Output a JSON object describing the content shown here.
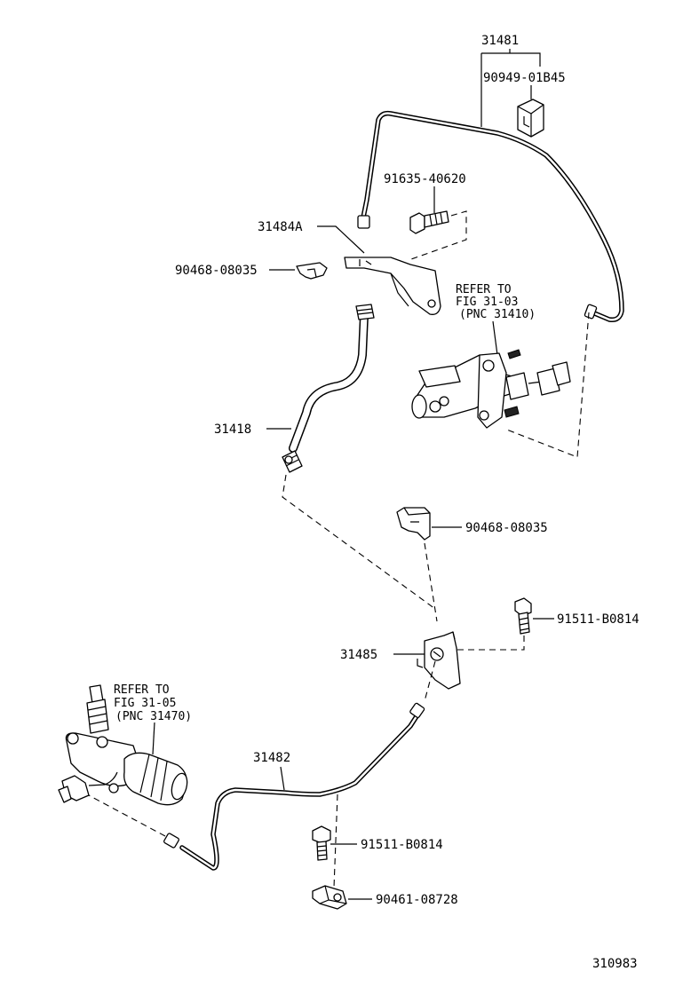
{
  "diagram": {
    "figure_number": "310983",
    "labels": {
      "p31481": "31481",
      "p90949": "90949-01B45",
      "p91635": "91635-40620",
      "p31484a": "31484A",
      "p90468_top": "90468-08035",
      "ref1_line1": "REFER TO",
      "ref1_line2": "FIG 31-03",
      "ref1_line3": "(PNC 31410)",
      "p31418": "31418",
      "p90468_mid": "90468-08035",
      "p91511_top": "91511-B0814",
      "p31485": "31485",
      "ref2_line1": "REFER TO",
      "ref2_line2": "FIG 31-05",
      "ref2_line3": "(PNC 31470)",
      "p31482": "31482",
      "p91511_bot": "91511-B0814",
      "p90461": "90461-08728"
    }
  }
}
